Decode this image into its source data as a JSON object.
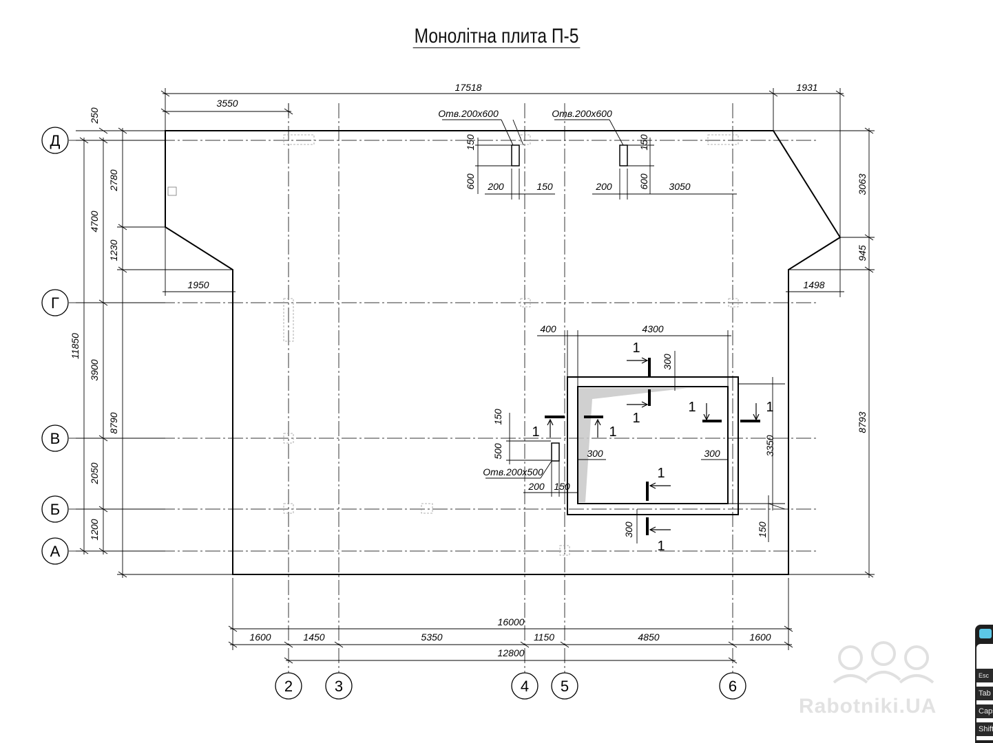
{
  "title": "Монолітна плита П-5",
  "axes_rows": [
    {
      "label": "Д"
    },
    {
      "label": "Г"
    },
    {
      "label": "В"
    },
    {
      "label": "Б"
    },
    {
      "label": "А"
    }
  ],
  "axes_cols": [
    {
      "label": "2"
    },
    {
      "label": "3"
    },
    {
      "label": "4"
    },
    {
      "label": "5"
    },
    {
      "label": "6"
    }
  ],
  "dimensions": {
    "top_total": "17518",
    "top_left": "3550",
    "top_right": "1931",
    "left_250": "250",
    "left_2780": "2780",
    "left_1230": "1230",
    "left_4700": "4700",
    "left_11850": "11850",
    "left_3900": "3900",
    "left_8790": "8790",
    "left_2050": "2050",
    "left_1200": "1200",
    "right_3063": "3063",
    "right_945": "945",
    "right_8793": "8793",
    "cut_left": "1950",
    "cut_right": "1498",
    "bot_1600a": "1600",
    "bot_1450": "1450",
    "bot_5350": "5350",
    "bot_1150": "1150",
    "bot_4850": "4850",
    "bot_1600b": "1600",
    "bot_16000": "16000",
    "bot_12800": "12800",
    "open1_label": "Отв.200х600",
    "open2_label": "Отв.200х600",
    "open3_label": "Отв.200х500",
    "o1_150": "150",
    "o1_600": "600",
    "o1_200": "200",
    "o1_150b": "150",
    "o2_150": "150",
    "o2_200": "200",
    "o2_600": "600",
    "o2_3050": "3050",
    "o3_150": "150",
    "o3_500": "500",
    "o3_200": "200",
    "o3_150b": "150",
    "shaft_400": "400",
    "shaft_4300": "4300",
    "shaft_300_top": "300",
    "shaft_300_left": "300",
    "shaft_300_right": "300",
    "shaft_300_bottom": "300",
    "shaft_3350": "3350",
    "shaft_150": "150",
    "section": "1"
  },
  "watermark": "Rabotniki.UA",
  "keyboard": {
    "keys": [
      "Esc",
      "Tab",
      "Caps",
      "Shift"
    ]
  }
}
